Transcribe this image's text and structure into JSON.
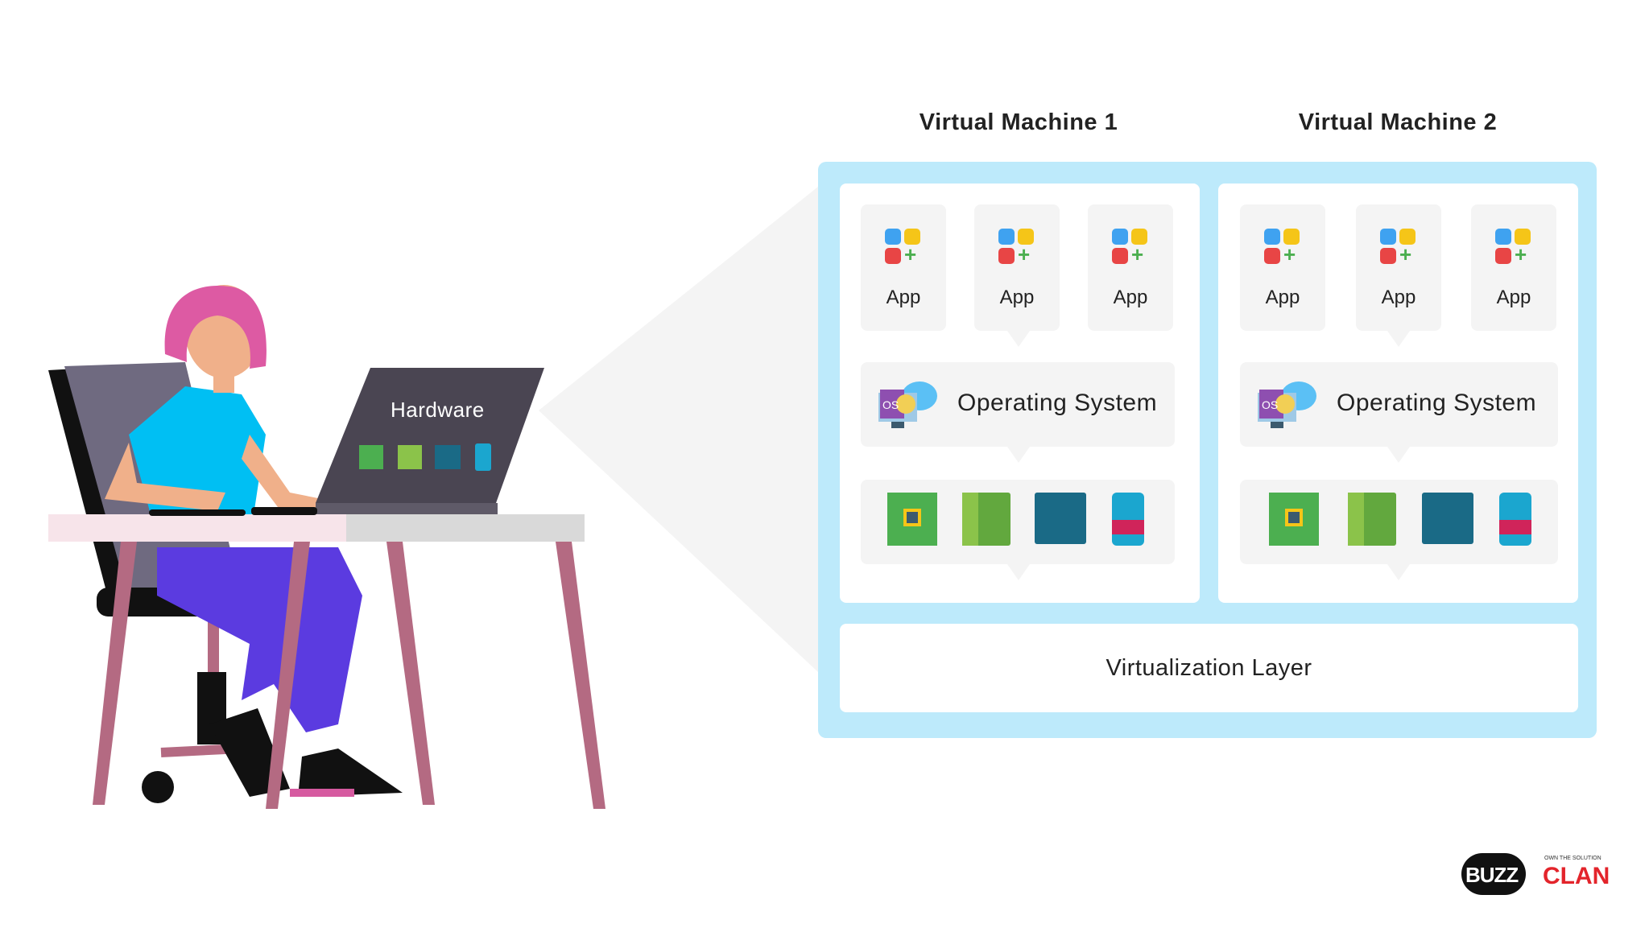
{
  "vm1": {
    "title": "Virtual Machine 1",
    "apps": [
      "App",
      "App",
      "App"
    ],
    "os": "Operating System"
  },
  "vm2": {
    "title": "Virtual Machine 2",
    "apps": [
      "App",
      "App",
      "App"
    ],
    "os": "Operating System"
  },
  "virtualization_layer": "Virtualization Layer",
  "laptop": {
    "label": "Hardware"
  },
  "logo": {
    "brand": "BUZZ CLAN",
    "tagline": "OWN THE SOLUTION"
  },
  "colors": {
    "panel_bg": "#bdeafb",
    "card_bg": "#f4f4f4"
  }
}
